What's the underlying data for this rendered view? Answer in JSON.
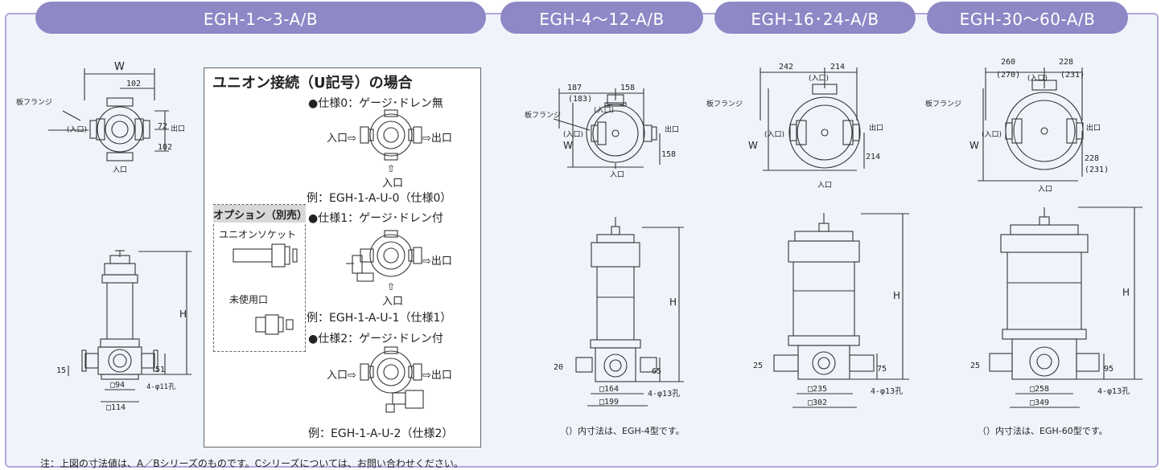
{
  "headers": [
    "EGH-1～3-A/B",
    "EGH-4～12-A/B",
    "EGH-16･24-A/B",
    "EGH-30～60-A/B"
  ],
  "union": {
    "title": "ユニオン接続（U記号）の場合",
    "specs": [
      {
        "label": "●仕様0：ゲージ･ドレン無",
        "example": "例：EGH-1-A-U-0（仕様0）"
      },
      {
        "label": "●仕様1：ゲージ･ドレン付",
        "example": "例：EGH-1-A-U-1（仕様1）"
      },
      {
        "label": "●仕様2：ゲージ･ドレン付",
        "example": "例：EGH-1-A-U-2（仕様2）"
      }
    ],
    "inlet": "入口⇨",
    "outlet": "⇨出口",
    "inlet_bottom": "入口",
    "up_arrow": "⇧"
  },
  "option": {
    "title": "オプション（別売）",
    "items": [
      "ユニオンソケット",
      "未使用口"
    ]
  },
  "drawings": {
    "small": {
      "flange": "板フランジ",
      "W": "W",
      "d102": "102",
      "d72": "72",
      "d102b": "102",
      "out": "出口",
      "in_side": "(入口)",
      "in_bottom": "入口",
      "H": "H",
      "d15": "15",
      "d51": "51",
      "bolt": "4-φ11孔",
      "sq94": "□94",
      "sq114": "□114"
    },
    "d4": {
      "flange": "板フランジ",
      "d187": "187",
      "d183": "(183)",
      "d158": "158",
      "in_top": "(入口)",
      "in_side": "(入口)",
      "W": "W",
      "out": "出口",
      "d158b": "158",
      "in_bottom": "入口",
      "H": "H",
      "d20": "20",
      "d65": "65",
      "bolt": "4-φ13孔",
      "sq164": "□164",
      "sq199": "□199",
      "note": "（）内寸法は、EGH-4型です。"
    },
    "d16": {
      "flange": "板フランジ",
      "d242": "242",
      "d214": "214",
      "in_top": "(入口)",
      "in_side": "(入口)",
      "W": "W",
      "out": "出口",
      "d214b": "214",
      "in_bottom": "入口",
      "H": "H",
      "d25": "25",
      "d75": "75",
      "bolt": "4-φ13孔",
      "sq235": "□235",
      "sq302": "□302"
    },
    "d30": {
      "flange": "板フランジ",
      "d260": "260",
      "d270": "(270)",
      "d228": "228",
      "d231": "(231)",
      "in_top": "(入口)",
      "in_side": "(入口)",
      "W": "W",
      "out": "出口",
      "d228b": "228",
      "d231b": "(231)",
      "in_bottom": "入口",
      "H": "H",
      "d25": "25",
      "d95": "95",
      "bolt": "4-φ13孔",
      "sq258": "□258",
      "sq349": "□349",
      "note": "（）内寸法は、EGH-60型です。"
    }
  },
  "footnote": "注：上図の寸法値は、A／Bシリーズのものです。Cシリーズについては、お問い合わせください。"
}
